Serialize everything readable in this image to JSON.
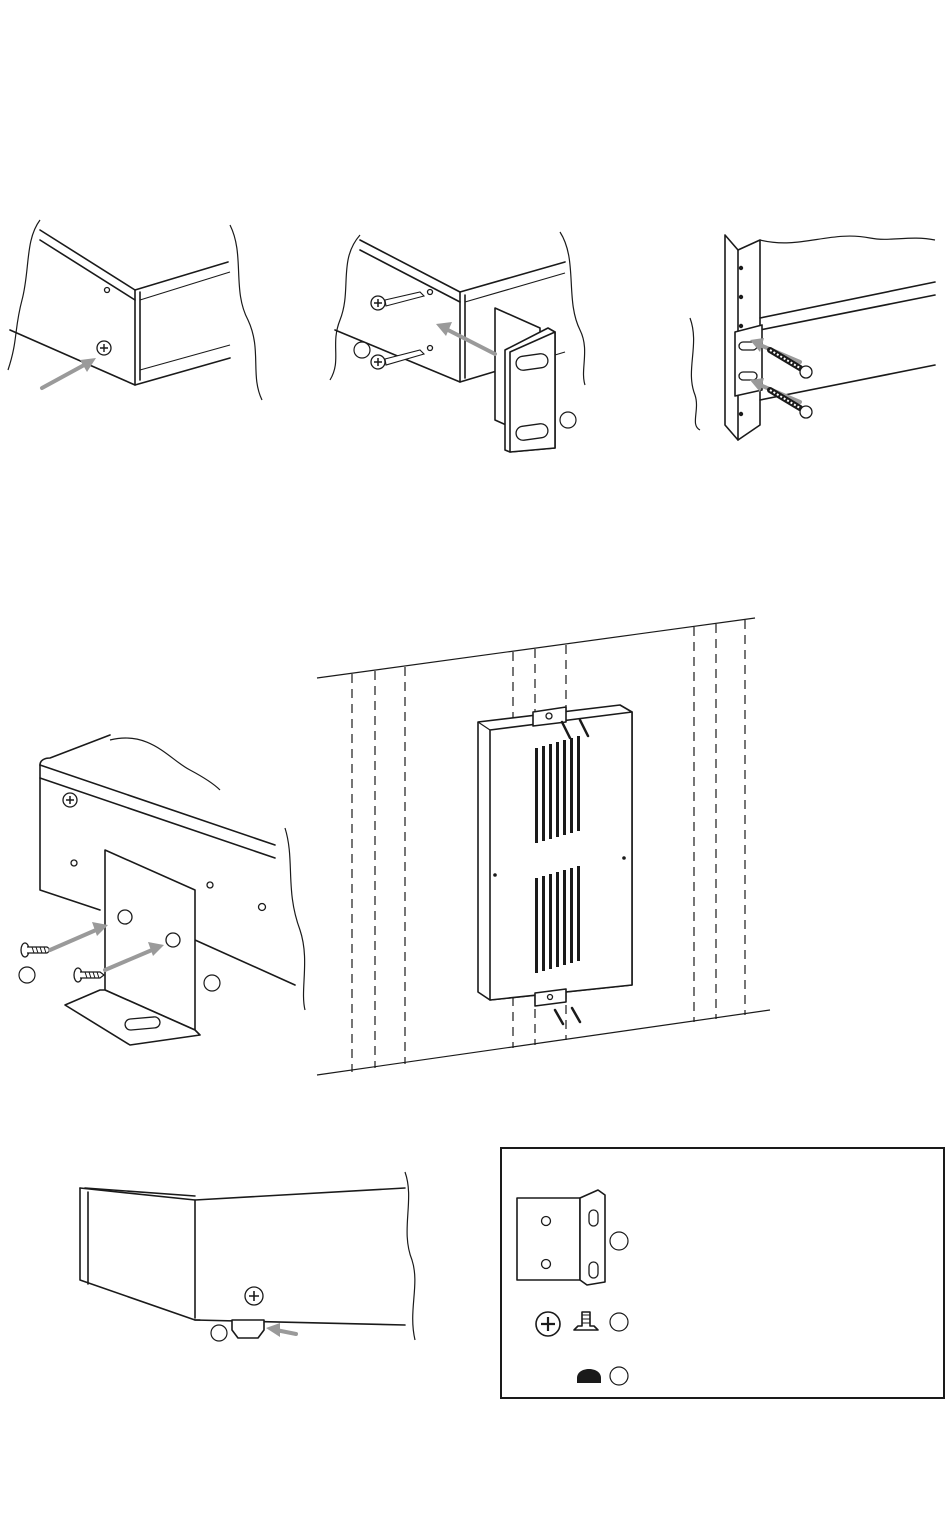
{
  "figures": [
    {
      "id": "fig-remove-screw",
      "callouts": []
    },
    {
      "id": "fig-attach-rack-ear",
      "callouts": [
        "",
        ""
      ]
    },
    {
      "id": "fig-mount-in-rack",
      "callouts": []
    },
    {
      "id": "fig-attach-wall-bracket",
      "callouts": [
        "",
        ""
      ]
    },
    {
      "id": "fig-wall-mounted-device",
      "callouts": []
    },
    {
      "id": "fig-attach-rubber-foot",
      "callouts": [
        ""
      ]
    }
  ],
  "parts_box": {
    "items": [
      {
        "id": "rack-bracket",
        "callout": "",
        "label": ""
      },
      {
        "id": "screw",
        "callout": "",
        "label": ""
      },
      {
        "id": "rubber-foot",
        "callout": "",
        "label": ""
      }
    ]
  },
  "colors": {
    "line": "#1a1a1a",
    "arrow": "#9a9a9a",
    "background": "#ffffff"
  }
}
